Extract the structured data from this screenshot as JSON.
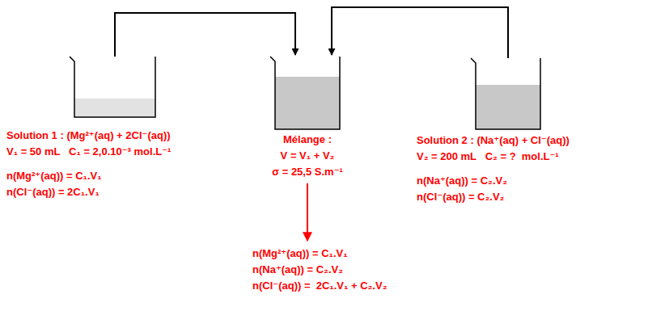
{
  "diagram": {
    "nodes": [
      {
        "text": [
          "Solution 1 : (Mg²⁺(aq) + 2Cl⁻(aq))",
          "V₁ = 50 mL   C₁ = 2,0.10⁻³ mol.L⁻¹",
          "n(Mg²⁺(aq)) = C₁.V₁",
          "n(Cl⁻(aq)) = 2C₁.V₁"
        ]
      },
      {
        "text": [
          "Mélange :",
          "V = V₁ + V₂",
          "σ = 25,5 S.m⁻¹"
        ]
      },
      {
        "text": [
          "Solution 2 : (Na⁺(aq) + Cl⁻(aq))",
          "V₂ = 200 mL   C₂ = ?  mol.L⁻¹",
          "n(Na⁺(aq)) = C₂.V₂",
          "n(Cl⁻(aq)) = C₂.V₂"
        ]
      },
      {
        "text": [
          "n(Mg²⁺(aq)) = C₁.V₁",
          "n(Na⁺(aq)) = C₂.V₂",
          "n(Cl⁻(aq)) =  2C₁.V₁ + C₂.V₂"
        ]
      }
    ],
    "edges": [
      {
        "from": 0,
        "to": 1,
        "arrow": "to"
      },
      {
        "from": 2,
        "to": 1,
        "arrow": "to"
      },
      {
        "from": 1,
        "to": 3,
        "arrow": "to"
      }
    ]
  }
}
